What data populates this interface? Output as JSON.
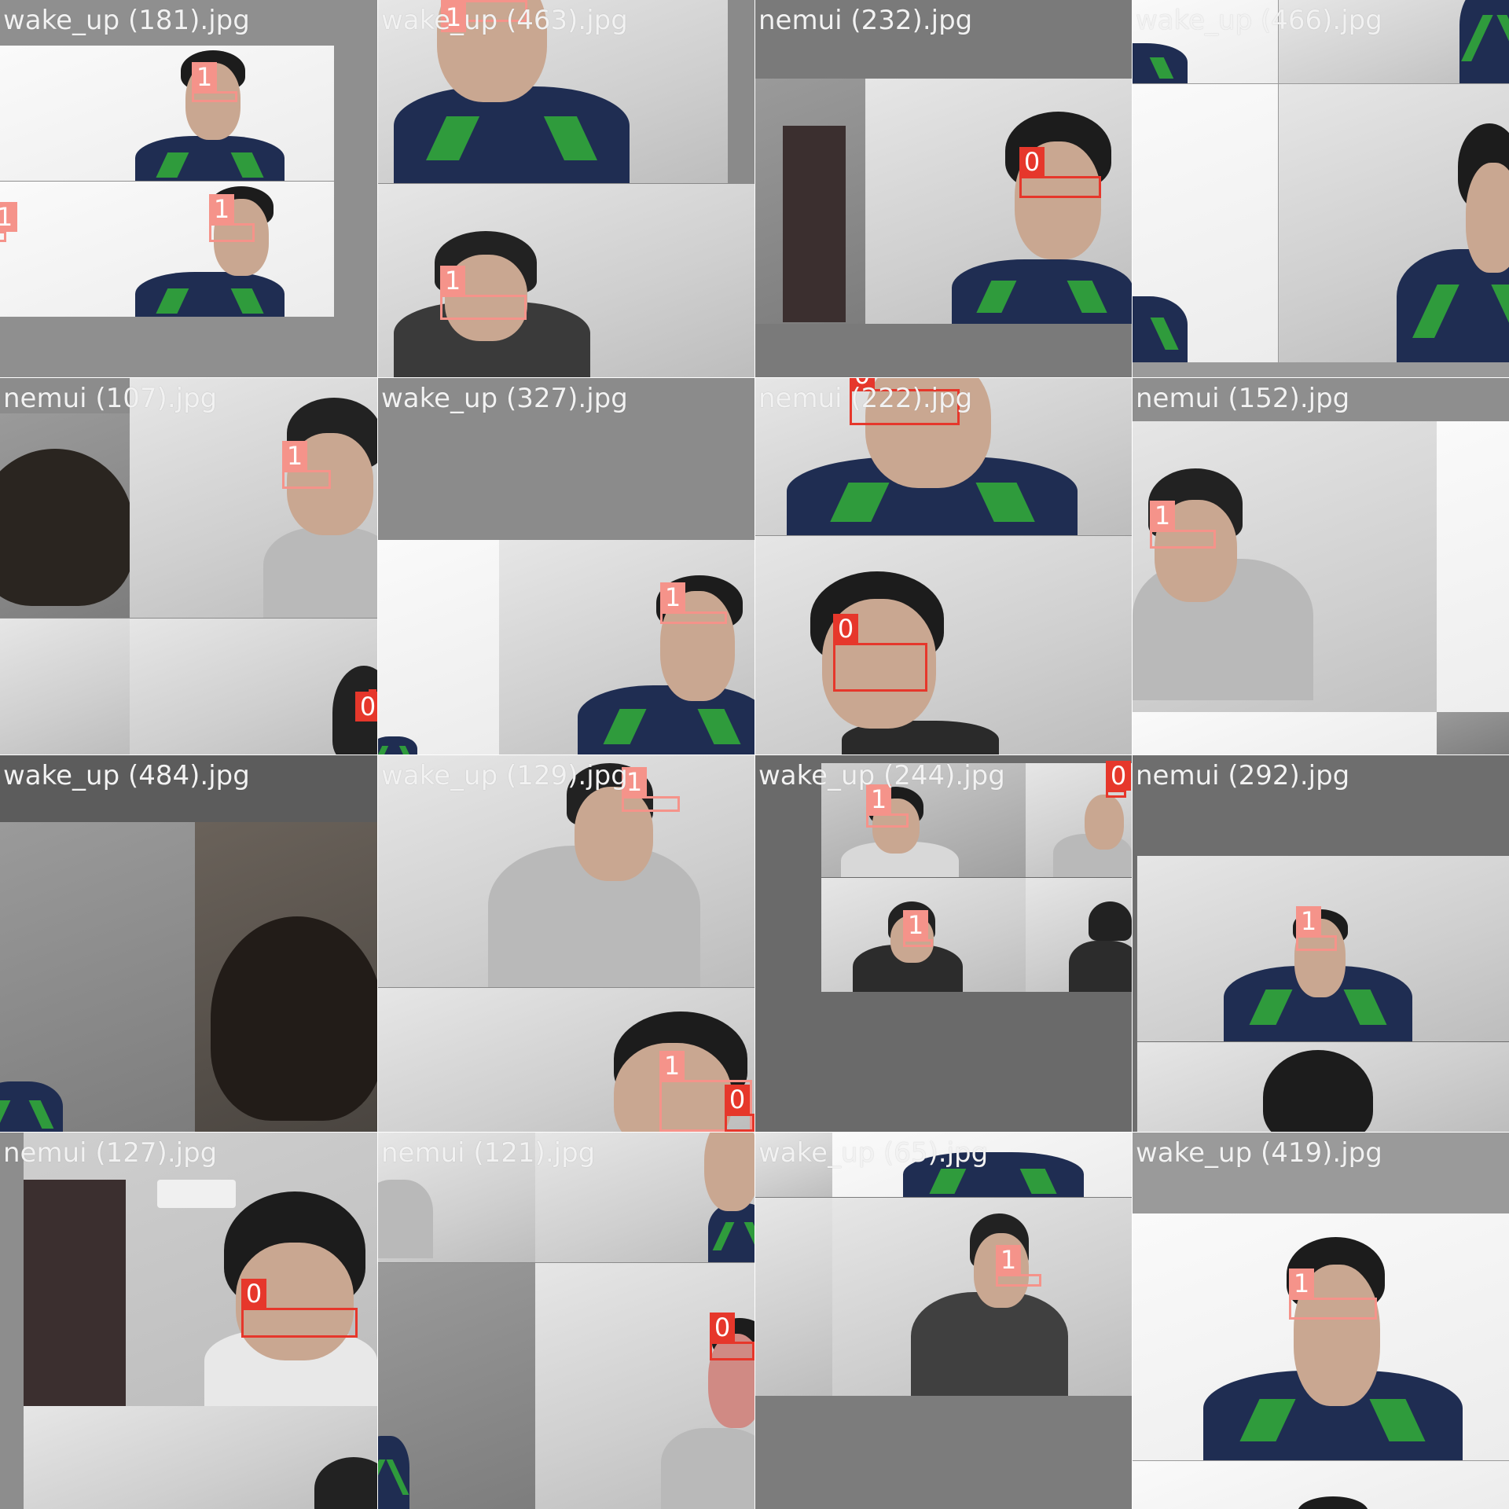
{
  "colors": {
    "class_0": "#e6372b",
    "class_1": "#f5938a",
    "tile_background": "#8e8e8e",
    "label_text": "#f2f2f2"
  },
  "tiles": [
    {
      "name": "wake_up (181).jpg",
      "boxes": [
        {
          "cls": "1"
        },
        {
          "cls": "1"
        },
        {
          "cls": "1"
        }
      ]
    },
    {
      "name": "wake_up (463).jpg",
      "boxes": [
        {
          "cls": "1"
        },
        {
          "cls": "1"
        }
      ]
    },
    {
      "name": "nemui (232).jpg",
      "boxes": [
        {
          "cls": "0"
        }
      ]
    },
    {
      "name": "wake_up (466).jpg",
      "boxes": []
    },
    {
      "name": "nemui (107).jpg",
      "boxes": [
        {
          "cls": "1"
        },
        {
          "cls": "0"
        }
      ]
    },
    {
      "name": "wake_up (327).jpg",
      "boxes": [
        {
          "cls": "1"
        }
      ]
    },
    {
      "name": "nemui (222).jpg",
      "boxes": [
        {
          "cls": "0"
        },
        {
          "cls": "0"
        }
      ]
    },
    {
      "name": "nemui (152).jpg",
      "boxes": [
        {
          "cls": "1"
        }
      ]
    },
    {
      "name": "wake_up (484).jpg",
      "boxes": []
    },
    {
      "name": "wake_up (129).jpg",
      "boxes": [
        {
          "cls": "1"
        },
        {
          "cls": "1"
        },
        {
          "cls": "0"
        }
      ]
    },
    {
      "name": "wake_up (244).jpg",
      "boxes": [
        {
          "cls": "1"
        },
        {
          "cls": "0"
        },
        {
          "cls": "1"
        }
      ]
    },
    {
      "name": "nemui (292).jpg",
      "boxes": [
        {
          "cls": "1"
        }
      ]
    },
    {
      "name": "nemui (127).jpg",
      "boxes": [
        {
          "cls": "0"
        }
      ]
    },
    {
      "name": "nemui (121).jpg",
      "boxes": [
        {
          "cls": "0"
        }
      ]
    },
    {
      "name": "wake_up (65).jpg",
      "boxes": [
        {
          "cls": "1"
        }
      ]
    },
    {
      "name": "wake_up (419).jpg",
      "boxes": [
        {
          "cls": "1"
        }
      ]
    }
  ]
}
